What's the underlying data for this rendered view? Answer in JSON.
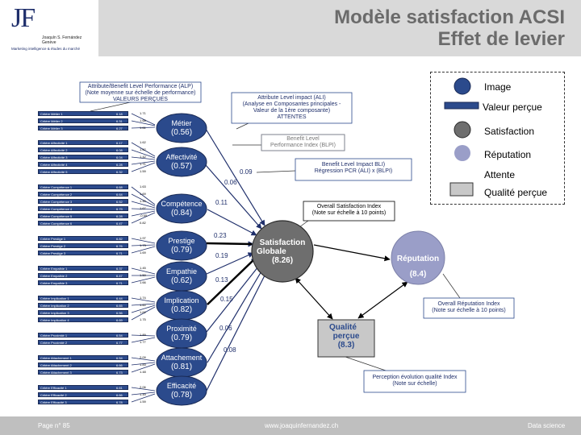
{
  "header": {
    "title_line1": "Modèle satisfaction ACSI",
    "title_line2": "Effet de levier",
    "logo_mark": "JF",
    "logo_name_line1": "Joaquín S. Fernández",
    "logo_name_line2": "Genève",
    "logo_tagline": "Marketing intelligence & études du marché"
  },
  "footer": {
    "page": "Page n° 85",
    "url": "www.joaquinfernandez.ch",
    "section": "Data science"
  },
  "legend": {
    "image": "Image",
    "valeur": "Valeur perçue",
    "satisfaction": "Satisfaction",
    "reputation": "Réputation",
    "attente": "Attente",
    "qualite": "Qualité perçue"
  },
  "annotations": {
    "alp_line1": "Attribute/Benefit Level Performance (ALP)",
    "alp_line2": "(Note moyenne sur échelle de performance)",
    "alp_line3": "VALEURS PERÇUES",
    "ali_line1": "Attribute Level impact (ALI)",
    "ali_line2": "(Analyse en Composantes principales -",
    "ali_line3": "Valeur de la 1ère composante)",
    "ali_line4": "ATTENTES",
    "blpi_line1": "Benefit Level",
    "blpi_line2": "Performance Index (BLPI)",
    "bli_line1": "Benefit Level Impact BLI)",
    "bli_line2": "Régression PCR (ALI) x (BLPI)",
    "osi_line1": "Overall Satisfaction Index",
    "osi_line2": "(Note sur échelle à 10 points)",
    "ori_line1": "Overall Réputation Index",
    "ori_line2": "(Note sur échelle à 10 points)",
    "pqi_line1": "Perception évolution qualité Index",
    "pqi_line2": "(Note sur échelle)"
  },
  "nodes": {
    "metier": {
      "name": "Métier",
      "value": "(0.56)"
    },
    "affectivite": {
      "name": "Affectivité",
      "value": "(0.57)"
    },
    "competence": {
      "name": "Compétence",
      "value": "(0.84)"
    },
    "prestige": {
      "name": "Prestige",
      "value": "(0.79)"
    },
    "empathie": {
      "name": "Empathie",
      "value": "(0.62)"
    },
    "implication": {
      "name": "Implication",
      "value": "(0.82)"
    },
    "proximite": {
      "name": "Proximité",
      "value": "(0.79)"
    },
    "attachement": {
      "name": "Attachement",
      "value": "(0.81)"
    },
    "efficacite": {
      "name": "Efficacité",
      "value": "(0.78)"
    },
    "satisfaction": {
      "line1": "Satisfaction",
      "line2": "Globale",
      "value": "(8.26)"
    },
    "reputation": {
      "name": "Réputation",
      "value": "(8.4)"
    },
    "qualite": {
      "line1": "Qualité",
      "line2": "perçue",
      "value": "(8.3)"
    }
  },
  "coefficients": {
    "metier": "0.09",
    "affectivite": "0.06",
    "competence": "0.11",
    "prestige": "0.23",
    "empathie": "0.19",
    "implication": "0.13",
    "proximite": "0.15",
    "attachement": "0.06",
    "efficacite": "0.08"
  },
  "criteria": [
    {
      "name": "Critère Métier 1",
      "val": "6.18",
      "imp": "1.71"
    },
    {
      "name": "Critère Métier 2",
      "val": "6.31",
      "imp": "1.68"
    },
    {
      "name": "Critère Métier 3",
      "val": "6.27",
      "imp": "1.61"
    },
    {
      "name": "Critère Affectivité 1",
      "val": "6.17",
      "imp": "1.62"
    },
    {
      "name": "Critère Affectivité 2",
      "val": "6.08",
      "imp": "1.62"
    },
    {
      "name": "Critère Affectivité 3",
      "val": "6.04",
      "imp": "1.42"
    },
    {
      "name": "Critère Affectivité 4",
      "val": "6.28",
      "imp": "1.71"
    },
    {
      "name": "Critère Affectivité 5",
      "val": "6.32",
      "imp": "1.59"
    },
    {
      "name": "Critère Compétence 1",
      "val": "6.68",
      "imp": "1.63"
    },
    {
      "name": "Critère Compétence 2",
      "val": "6.64",
      "imp": "1.69"
    },
    {
      "name": "Critère Compétence 3",
      "val": "6.52",
      "imp": "1.45"
    },
    {
      "name": "Critère Compétence 4",
      "val": "6.79",
      "imp": "1.67"
    },
    {
      "name": "Critère Compétence 5",
      "val": "6.28",
      "imp": "-0.55"
    },
    {
      "name": "Critère Compétence 6",
      "val": "6.47",
      "imp": "0.82"
    },
    {
      "name": "Critère Prestige 1",
      "val": "6.82",
      "imp": "1.97"
    },
    {
      "name": "Critère Prestige 2",
      "val": "6.76",
      "imp": "1.73"
    },
    {
      "name": "Critère Prestige 3",
      "val": "6.71",
      "imp": "1.69"
    },
    {
      "name": "Critère Empathie 1",
      "val": "6.37",
      "imp": "1.45"
    },
    {
      "name": "Critère Empathie 2",
      "val": "6.47",
      "imp": "1.59"
    },
    {
      "name": "Critère Empathie 3",
      "val": "6.71",
      "imp": "1.66"
    },
    {
      "name": "Critère Implication 1",
      "val": "6.44",
      "imp": "1.74"
    },
    {
      "name": "Critère Implication 2",
      "val": "6.65",
      "imp": "1.60"
    },
    {
      "name": "Critère Implication 3",
      "val": "6.56",
      "imp": "1.62"
    },
    {
      "name": "Critère Implication 4",
      "val": "6.69",
      "imp": "1.75"
    },
    {
      "name": "Critère Proximité 1",
      "val": "6.54",
      "imp": "1.89"
    },
    {
      "name": "Critère Proximité 2",
      "val": "6.77",
      "imp": "1.77"
    },
    {
      "name": "Critère Attachement 1",
      "val": "6.54",
      "imp": "2.09"
    },
    {
      "name": "Critère Attachement 2",
      "val": "6.66",
      "imp": "1.83"
    },
    {
      "name": "Critère Attachement 3",
      "val": "6.73",
      "imp": "1.48"
    },
    {
      "name": "Critère Efficacité 1",
      "val": "6.61",
      "imp": "2.06"
    },
    {
      "name": "Critère Efficacité 2",
      "val": "6.66",
      "imp": "1.49"
    },
    {
      "name": "Critère Efficacité 3",
      "val": "6.78",
      "imp": "1.59"
    }
  ],
  "colors": {
    "dark_blue": "#2b4a8c",
    "gray_node": "#6e6e6e",
    "lavender": "#9a9ec8",
    "qualite_box": "#c8c8c8",
    "title_gray": "#6b6b6b"
  }
}
